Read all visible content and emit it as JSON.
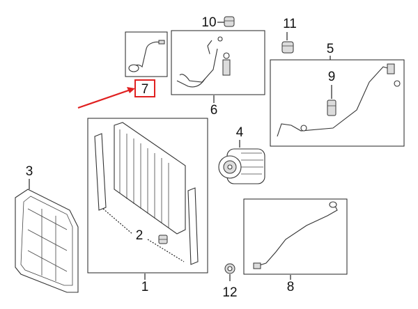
{
  "callouts": [
    {
      "id": "1",
      "text": "1"
    },
    {
      "id": "2",
      "text": "2"
    },
    {
      "id": "3",
      "text": "3"
    },
    {
      "id": "4",
      "text": "4"
    },
    {
      "id": "5",
      "text": "5"
    },
    {
      "id": "6",
      "text": "6"
    },
    {
      "id": "7",
      "text": "7"
    },
    {
      "id": "8",
      "text": "8"
    },
    {
      "id": "9",
      "text": "9"
    },
    {
      "id": "10",
      "text": "10"
    },
    {
      "id": "11",
      "text": "11"
    },
    {
      "id": "12",
      "text": "12"
    }
  ],
  "highlight": {
    "callout": "7",
    "color": "#e02020"
  },
  "colors": {
    "line": "#222222",
    "highlight": "#e02020",
    "background": "#ffffff"
  }
}
